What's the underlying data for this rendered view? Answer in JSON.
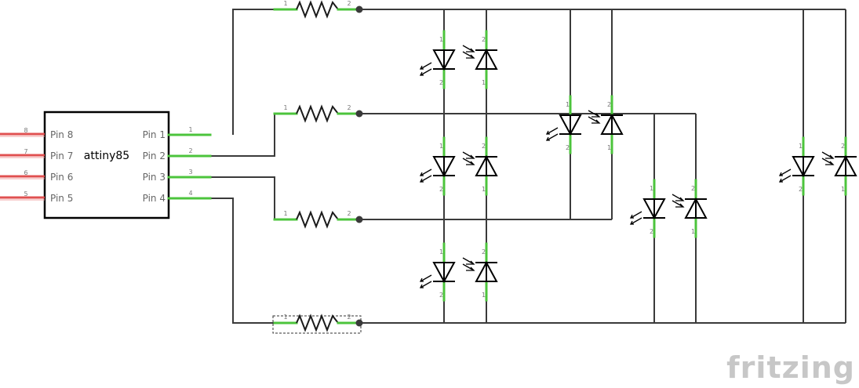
{
  "chip": {
    "name": "attiny85",
    "left_pins": [
      {
        "num": "8",
        "label": "Pin 8"
      },
      {
        "num": "7",
        "label": "Pin 7"
      },
      {
        "num": "6",
        "label": "Pin 6"
      },
      {
        "num": "5",
        "label": "Pin 5"
      }
    ],
    "right_pins": [
      {
        "num": "1",
        "label": "Pin 1"
      },
      {
        "num": "2",
        "label": "Pin 2"
      },
      {
        "num": "3",
        "label": "Pin 3"
      },
      {
        "num": "4",
        "label": "Pin 4"
      }
    ]
  },
  "resistor": {
    "pin1": "1",
    "pin2": "2"
  },
  "led": {
    "anode": "1",
    "cathode": "2"
  },
  "logo": {
    "text": "fritzing"
  }
}
